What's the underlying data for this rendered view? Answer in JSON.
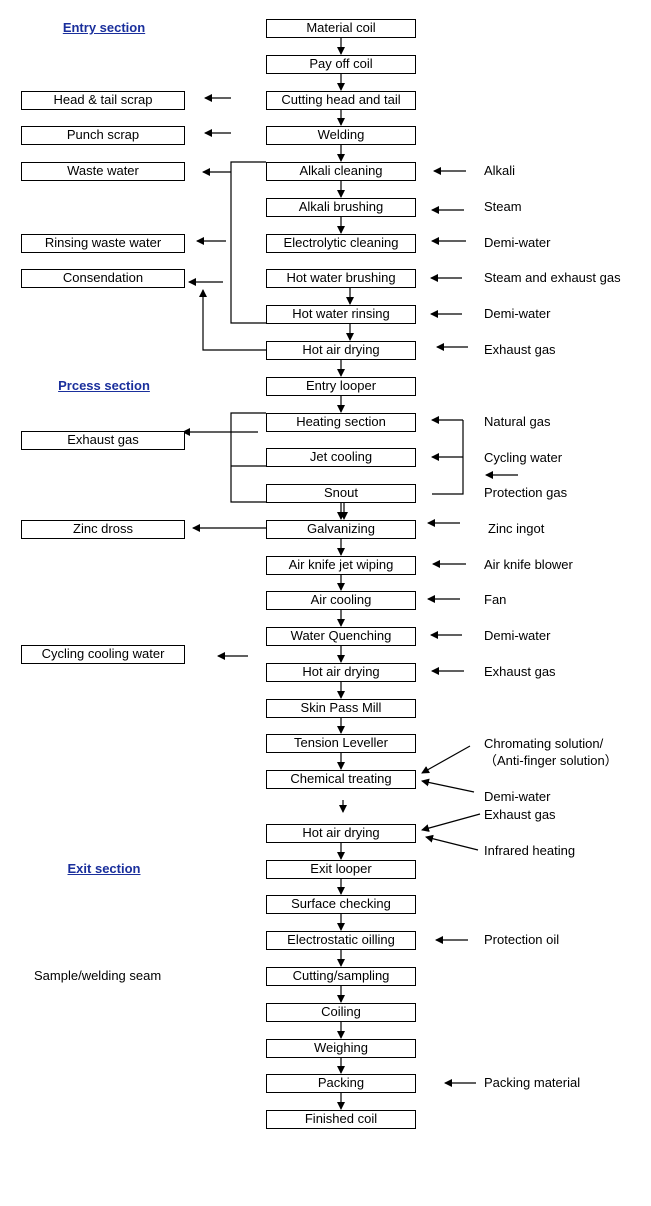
{
  "sections": {
    "entry": "Entry section",
    "process": "Prcess section",
    "exit": "Exit section"
  },
  "stages": [
    "Material coil",
    "Pay off coil",
    "Cutting head and tail",
    "Welding",
    "Alkali cleaning",
    "Alkali brushing",
    "Electrolytic cleaning",
    "Hot water brushing",
    "Hot water rinsing",
    "Hot air drying",
    "Entry looper",
    "Heating section",
    "Jet cooling",
    "Snout",
    "Galvanizing",
    "Air knife jet wiping",
    "Air cooling",
    "Water Quenching",
    "Hot air drying",
    "Skin Pass Mill",
    "Tension Leveller",
    "Chemical treating",
    "Hot air drying",
    "Exit looper",
    "Surface checking",
    "Electrostatic oilling",
    "Cutting/sampling",
    "Coiling",
    "Weighing",
    "Packing",
    "Finished coil"
  ],
  "outputs": [
    "Head & tail scrap",
    "Punch scrap",
    "Waste water",
    "Rinsing waste water",
    "Consendation",
    "Exhaust gas",
    "Zinc dross",
    "Cycling  cooling water"
  ],
  "inputs": [
    "Alkali",
    "Steam",
    "Demi-water",
    "Steam and exhaust gas",
    "Demi-water",
    "Exhaust gas",
    "Natural gas",
    "Cycling water",
    "Protection gas",
    "Zinc ingot",
    "Air knife blower",
    "Fan",
    "Demi-water",
    "Exhaust gas",
    "Chromating solution/",
    "（Anti-finger solution）",
    "Demi-water",
    "Exhaust gas",
    "Infrared heating",
    "Protection oil",
    "Packing material"
  ],
  "notes": {
    "sample_seam": "Sample/welding seam"
  }
}
